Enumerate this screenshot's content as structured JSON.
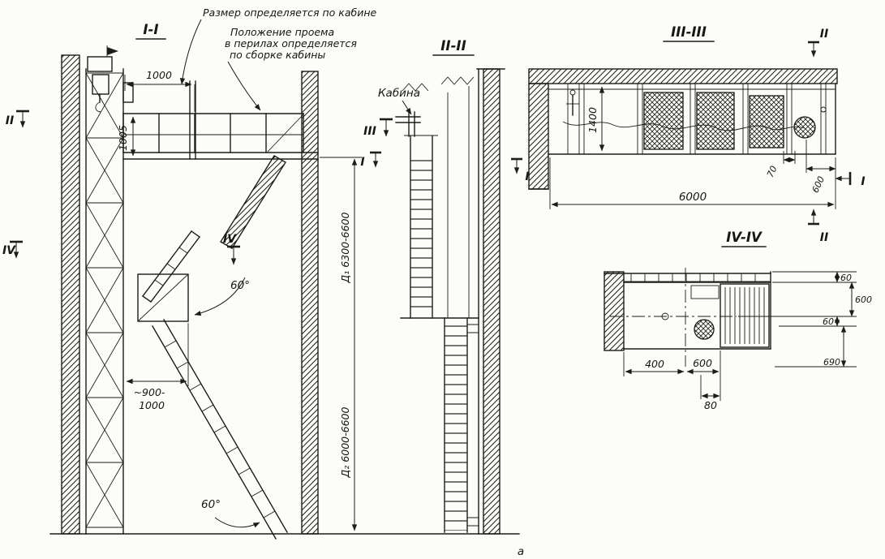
{
  "figure": {
    "caption": "а"
  },
  "annotations": {
    "note_cabin_size": "Размер определяется по кабине",
    "note_opening_1": "Положение проема",
    "note_opening_2": "в перилах определяется",
    "note_opening_3": "по сборке кабины",
    "cabin_label": "Кабина"
  },
  "section_titles": {
    "s1": "I-I",
    "s2": "II-II",
    "s3": "III-III",
    "s4": "IV-IV"
  },
  "cut_markers": {
    "ii_left": "II",
    "iv_left": "IV",
    "iv_mid": "IV",
    "iii_cabin": "III",
    "i_left": "I",
    "i_right": "I",
    "ii_top": "II",
    "ii_bottom": "II",
    "i_side": "I"
  },
  "dimensions": {
    "main": {
      "width_1000": "1000",
      "rail_1005": "1005",
      "angle_mid": "60°",
      "angle_bottom": "60°",
      "approx_900_line1": "~900-",
      "approx_900_line2": "1000",
      "height_d1": "Д₁ 6300-6600",
      "height_d2": "Д₂ 6000-6600"
    },
    "s3": {
      "len_6000": "6000",
      "depth_1400": "1400",
      "off_70": "70",
      "off_600": "600"
    },
    "s4": {
      "w_400": "400",
      "w_600": "600",
      "w_80": "80",
      "h_60a": "60",
      "h_600": "600",
      "h_60b": "60",
      "h_690": "690"
    }
  },
  "colors": {
    "ink": "#1d1c1a",
    "paper": "#fcfcfa"
  }
}
